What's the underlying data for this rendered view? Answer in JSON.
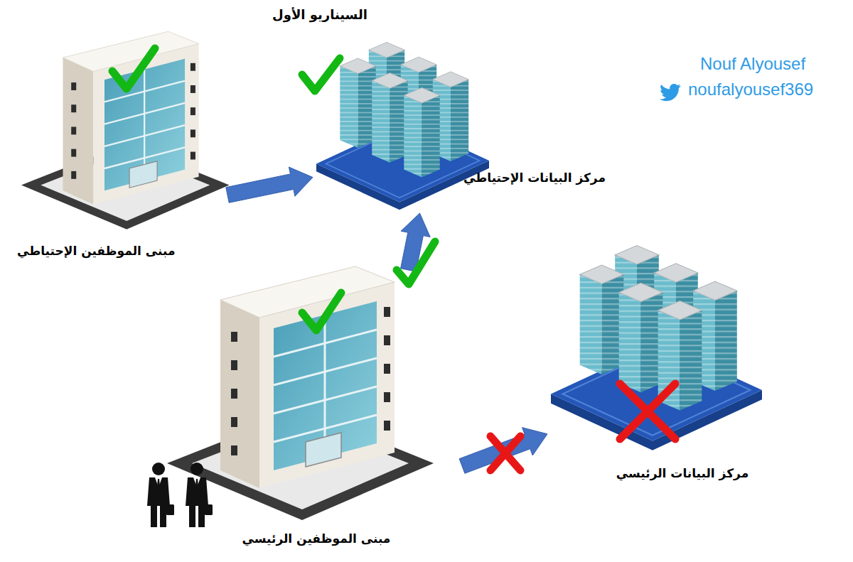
{
  "diagram": {
    "title": "السيناريو الأول",
    "nodes": [
      {
        "text": [
          "مبنى الموظفين الإحتياطي"
        ]
      },
      {
        "text": [
          "مركز البيانات الإحتياطي"
        ]
      },
      {
        "text": [
          "مبنى الموظفين الرئيسي"
        ]
      },
      {
        "text": [
          "مركز البيانات الرئيسي"
        ]
      }
    ],
    "edges": [
      {
        "from": 0,
        "to": 1,
        "arrow": "to"
      },
      {
        "from": 2,
        "to": 1,
        "arrow": "to"
      },
      {
        "from": 2,
        "to": 3,
        "arrow": "to"
      }
    ],
    "labels": [
      "Nouf Alyousef",
      "noufalyousef369"
    ]
  }
}
